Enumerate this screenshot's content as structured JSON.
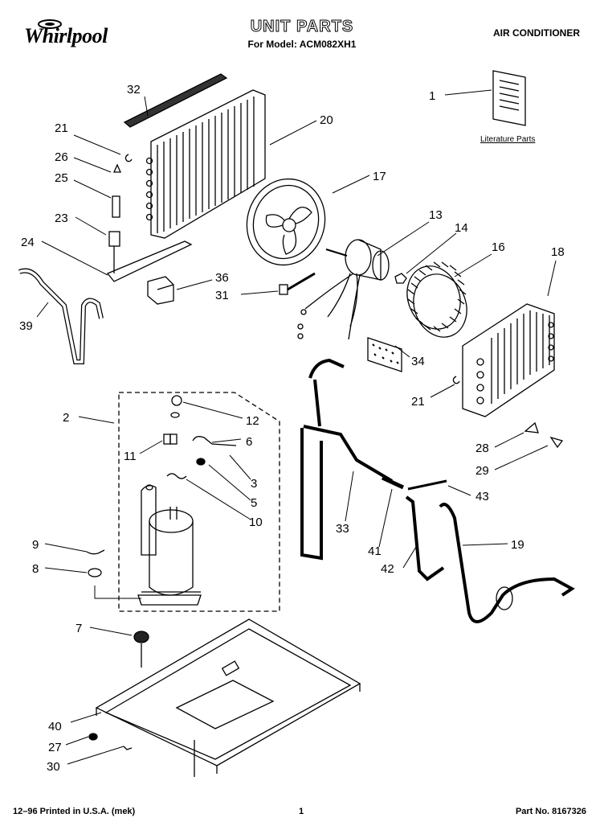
{
  "header": {
    "brand": "Whirlpool",
    "title": "UNIT PARTS",
    "model_line": "For Model: ACM082XH1",
    "category": "AIR CONDITIONER"
  },
  "literature_caption": "Literature Parts",
  "callouts": [
    "1",
    "2",
    "3",
    "5",
    "6",
    "7",
    "8",
    "9",
    "10",
    "11",
    "12",
    "13",
    "14",
    "16",
    "17",
    "18",
    "19",
    "20",
    "21",
    "23",
    "24",
    "25",
    "26",
    "27",
    "28",
    "29",
    "30",
    "31",
    "32",
    "33",
    "34",
    "36",
    "39",
    "40",
    "41",
    "42",
    "43"
  ],
  "footer": {
    "left": "12–96 Printed in U.S.A. (mek)",
    "center": "1",
    "right": "Part No. 8167326"
  }
}
